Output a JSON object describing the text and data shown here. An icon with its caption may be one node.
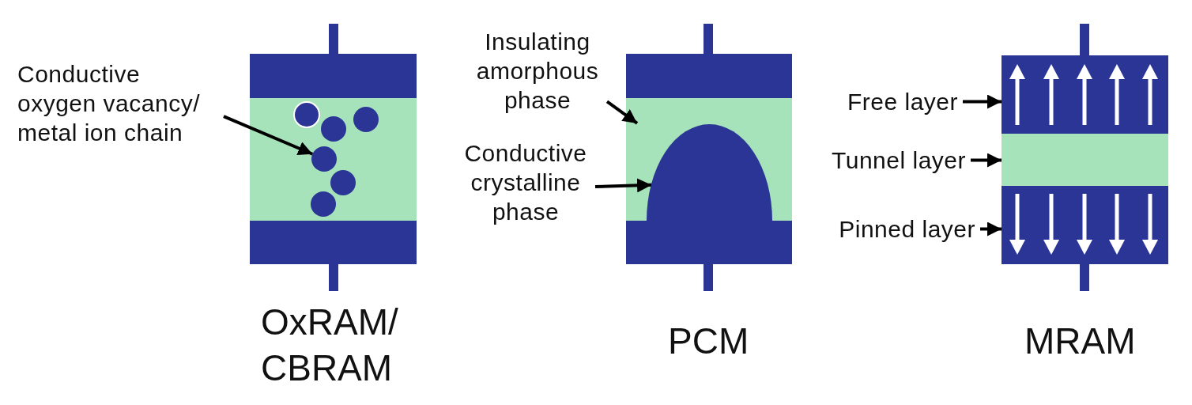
{
  "diagram": {
    "nodes": [
      {
        "text": [
          "Conductive oxygen vacancy/ metal ion chain"
        ]
      },
      {
        "text": [],
        "shape": "circle"
      },
      {
        "text": [
          "Insulating amorphous phase"
        ]
      },
      {
        "text": [],
        "shape": "box"
      },
      {
        "text": [
          "Conductive crystalline phase"
        ]
      },
      {
        "text": [],
        "shape": "dome",
        "in": 3
      },
      {
        "text": [
          "Free layer"
        ]
      },
      {
        "text": [],
        "shape": "box"
      },
      {
        "text": [
          "Tunnel layer"
        ]
      },
      {
        "text": [],
        "shape": "box"
      },
      {
        "text": [
          "Pinned layer"
        ]
      },
      {
        "text": [],
        "shape": "box"
      }
    ],
    "edges": [
      {
        "from": 0,
        "to": 1,
        "arrow": "to"
      },
      {
        "from": 2,
        "to": 3,
        "arrow": "to"
      },
      {
        "from": 4,
        "to": 5,
        "arrow": "to"
      },
      {
        "from": 6,
        "to": 7,
        "arrow": "to"
      },
      {
        "from": 8,
        "to": 9,
        "arrow": "to"
      },
      {
        "from": 10,
        "to": 11,
        "arrow": "to"
      }
    ],
    "labels": [
      "OxRAM/ CBRAM",
      "PCM",
      "MRAM"
    ]
  }
}
